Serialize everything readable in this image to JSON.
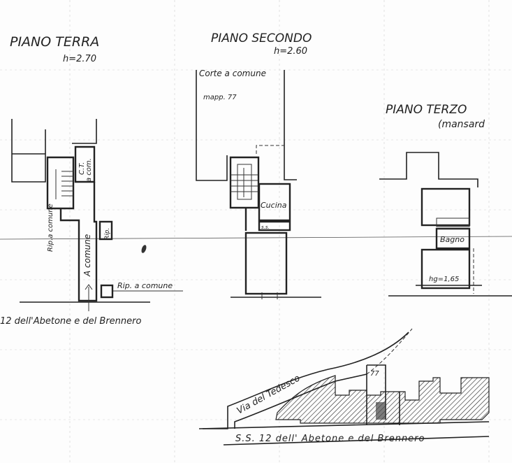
{
  "piano_terra": {
    "title": "PIANO TERRA",
    "height": "h=2.70",
    "labels": {
      "ct": "C.T.",
      "a_com": "a com.",
      "rip_a_comune_vertical": "Rip.a comune",
      "a_comune": "A comune",
      "rip": "Rip.",
      "rip_a_comune": "Rip. a comune"
    },
    "street": "12 dell'Abetone e del Brennero"
  },
  "piano_secondo": {
    "title": "PIANO SECONDO",
    "height": "h=2.60",
    "labels": {
      "corte": "Corte a comune",
      "mapp": "mapp. 77",
      "cucina": "Cucina",
      "ss": "s.s."
    }
  },
  "piano_terzo": {
    "title": "PIANO TERZO",
    "subtitle": "(mansard",
    "labels": {
      "bagno": "Bagno",
      "height": "hg=1,65"
    }
  },
  "site_plan": {
    "road_upper": "Via del Tedesco",
    "parcel": "77",
    "road_lower": "S.S. 12 dell' Abetone e del Brennero"
  }
}
